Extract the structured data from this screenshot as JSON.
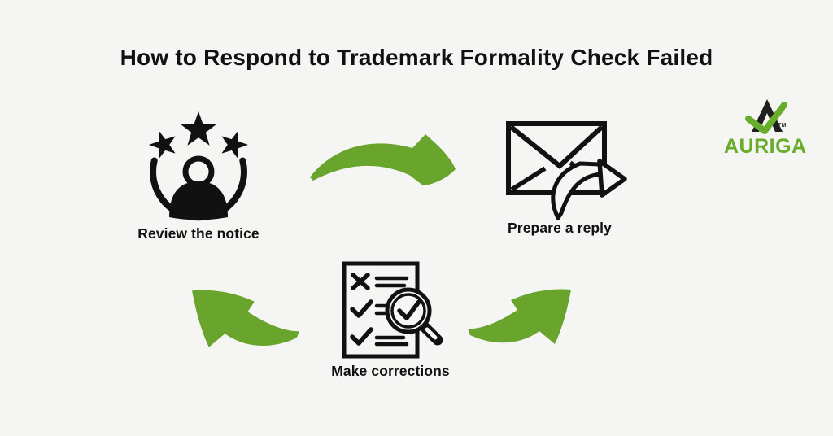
{
  "title": "How to Respond to Trademark Formality Check Failed",
  "steps": [
    {
      "label": "Review the notice",
      "icon": "customer-review-icon"
    },
    {
      "label": "Prepare a reply",
      "icon": "envelope-reply-icon"
    },
    {
      "label": "Make corrections",
      "icon": "checklist-magnifier-icon"
    }
  ],
  "arrows": [
    {
      "name": "curved-arrow-right-icon",
      "direction": "right"
    },
    {
      "name": "curved-arrow-up-left-icon",
      "direction": "up-left"
    },
    {
      "name": "curved-arrow-up-right-icon",
      "direction": "up-right"
    }
  ],
  "logo": {
    "brand": "AURIGA",
    "trademark": "TM",
    "mark": "auriga-check-mark"
  },
  "colors": {
    "background": "#f5f5f3",
    "ink": "#111111",
    "arrow_green": "#69a42c",
    "logo_green": "#68ad2a"
  }
}
